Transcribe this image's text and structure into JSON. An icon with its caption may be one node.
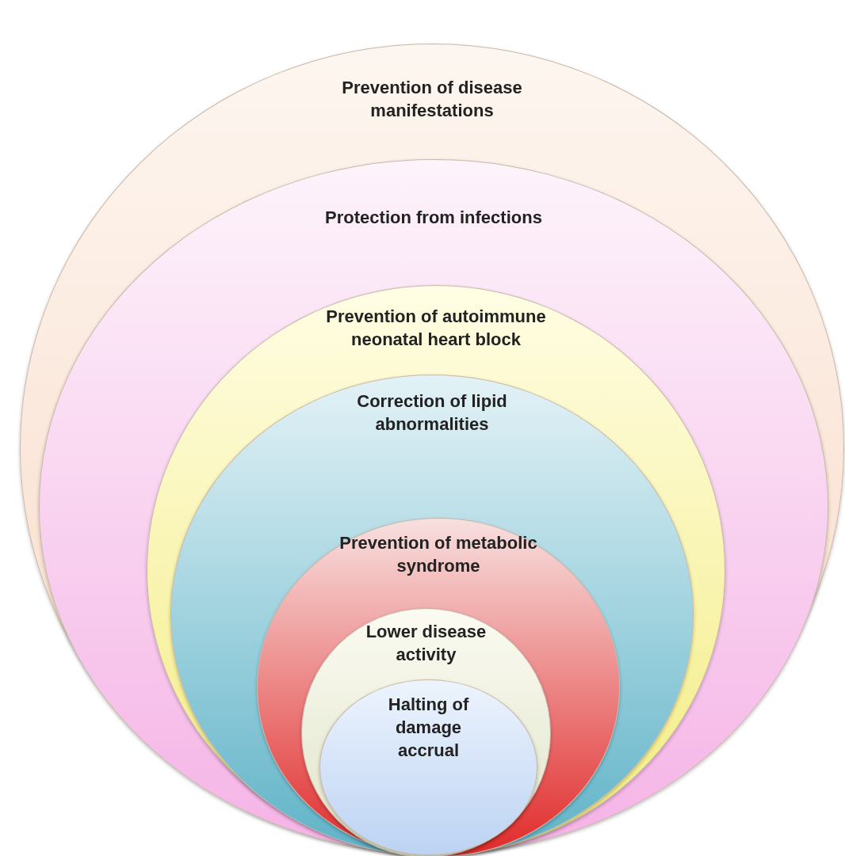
{
  "diagram": {
    "nodes": [
      {
        "text": [
          "Prevention of disease manifestations"
        ]
      },
      {
        "text": [
          "Protection from infections"
        ],
        "in": 0
      },
      {
        "text": [
          "Prevention of autoimmune neonatal heart block"
        ],
        "in": 1
      },
      {
        "text": [
          "Correction of lipid abnormalities"
        ],
        "in": 2
      },
      {
        "text": [
          "Prevention of metabolic syndrome"
        ],
        "in": 3
      },
      {
        "text": [
          "Lower disease activity"
        ],
        "in": 4
      },
      {
        "text": [
          "Halting of damage accrual"
        ],
        "in": 5
      }
    ]
  }
}
